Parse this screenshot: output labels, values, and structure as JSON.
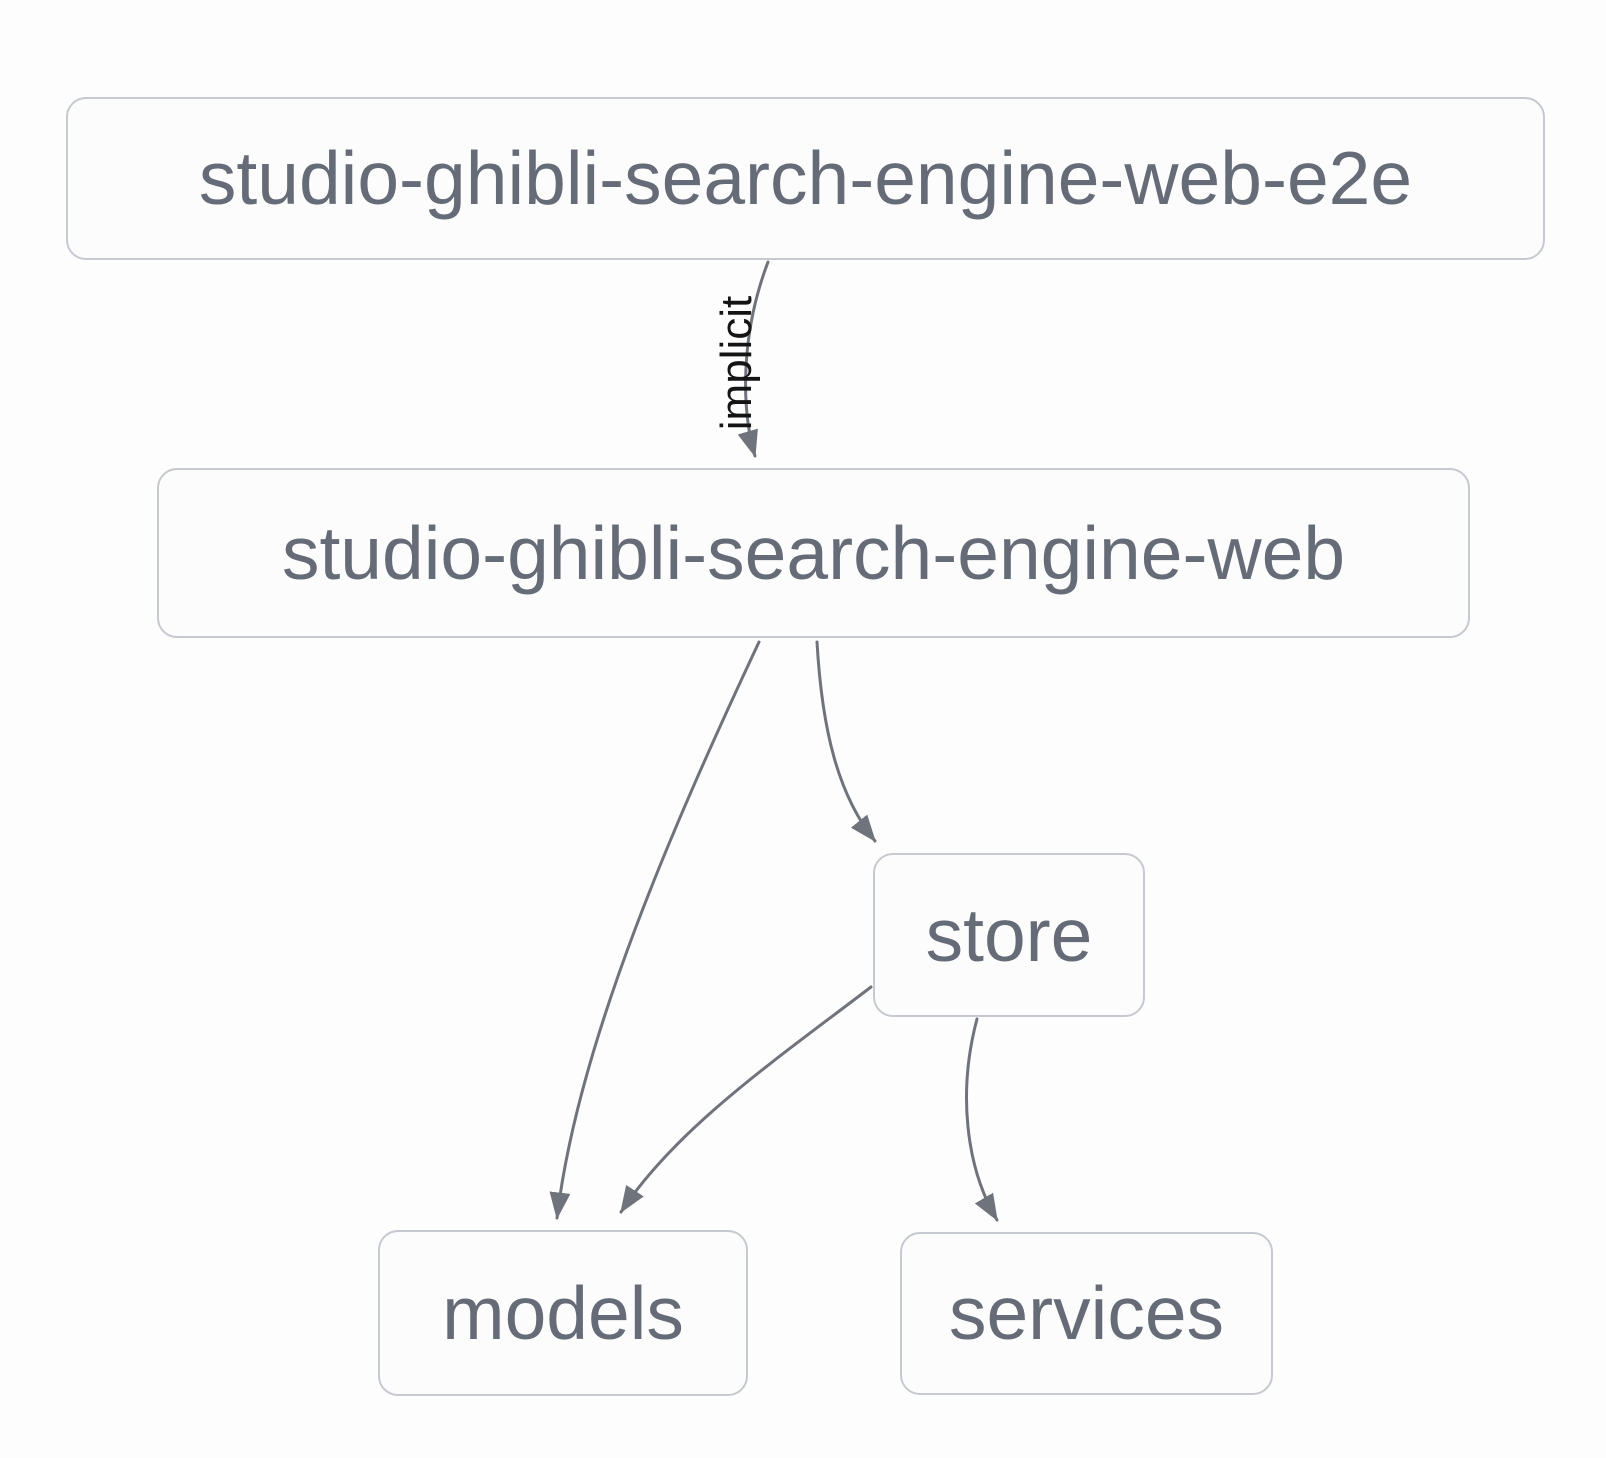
{
  "graph": {
    "nodes": [
      {
        "id": "studio-ghibli-search-engine-web-e2e",
        "label": "studio-ghibli-search-engine-web-e2e"
      },
      {
        "id": "studio-ghibli-search-engine-web",
        "label": "studio-ghibli-search-engine-web"
      },
      {
        "id": "store",
        "label": "store"
      },
      {
        "id": "models",
        "label": "models"
      },
      {
        "id": "services",
        "label": "services"
      }
    ],
    "edges": [
      {
        "from": "studio-ghibli-search-engine-web-e2e",
        "to": "studio-ghibli-search-engine-web",
        "label": "implicit"
      },
      {
        "from": "studio-ghibli-search-engine-web",
        "to": "store",
        "label": ""
      },
      {
        "from": "studio-ghibli-search-engine-web",
        "to": "models",
        "label": ""
      },
      {
        "from": "store",
        "to": "models",
        "label": ""
      },
      {
        "from": "store",
        "to": "services",
        "label": ""
      }
    ],
    "colors": {
      "background": "#fdfdfd",
      "node_fill": "#fcfcfd",
      "node_border": "#c6c9d0",
      "node_text": "#666c77",
      "edge": "#6f737b",
      "edge_label_text": "#141414"
    }
  }
}
